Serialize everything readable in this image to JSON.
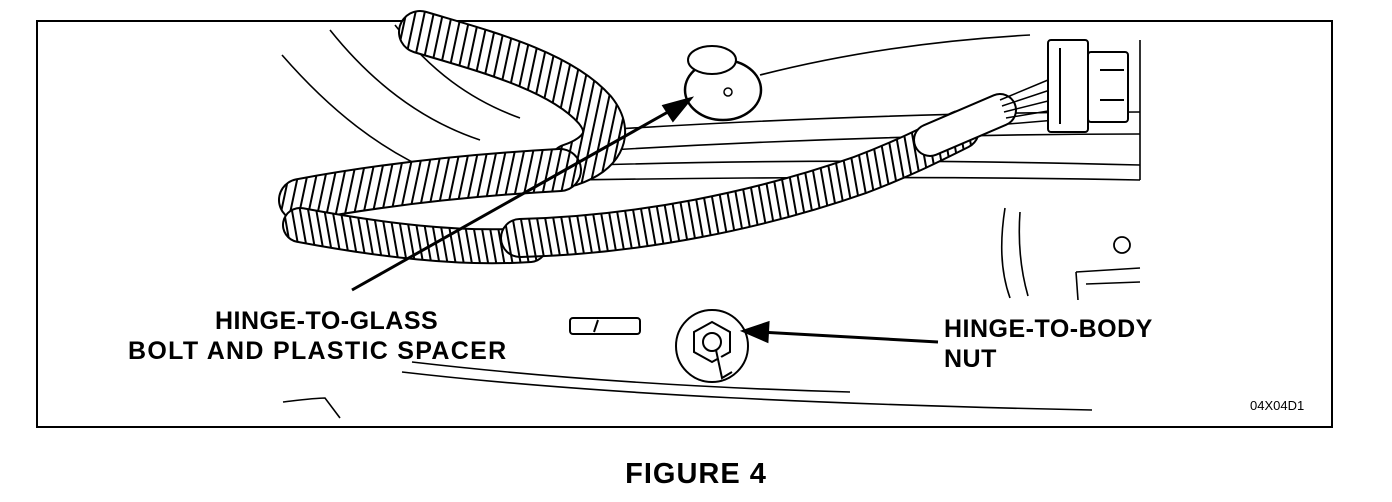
{
  "diagram": {
    "callouts": {
      "left_line1": "HINGE-TO-GLASS",
      "left_line2": "BOLT AND PLASTIC SPACER",
      "right_line1": "HINGE-TO-BODY",
      "right_line2": "NUT"
    },
    "image_code": "04X04D1",
    "caption": "FIGURE 4"
  },
  "icons": {
    "wire_harness": "wire-harness-illustration",
    "spacer": "plastic-spacer-icon",
    "nut": "hinge-nut-icon",
    "connector": "electrical-connector-icon"
  }
}
